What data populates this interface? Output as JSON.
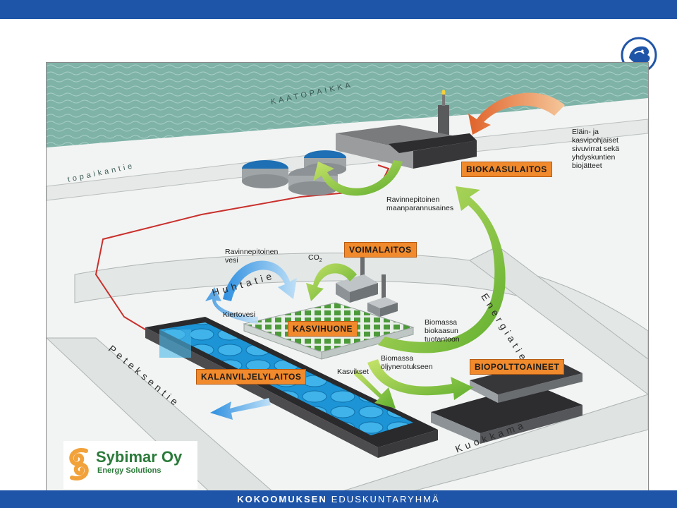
{
  "footer": {
    "strong": "KOKOOMUKSEN",
    "light": "EDUSKUNTARYHMÄ"
  },
  "colors": {
    "brand_blue": "#1f55a8",
    "label_orange": "#f08a2c",
    "arrow_green": "#8cc63f",
    "water_blue": "#2ea8e0",
    "sea": "#7fb3a8"
  },
  "labels": {
    "biokaasulaitos": "BIOKAASULAITOS",
    "voimalaitos": "VOIMALAITOS",
    "kasvihuone": "KASVIHUONE",
    "biopolttoaineet": "BIOPOLTTOAINEET",
    "kalanviljelylaitos": "KALANVILJELYLAITOS"
  },
  "annotations": {
    "sivuvirrat": "Eläin- ja\nkasvipohjaiset\nsivuvirrat sekä\nyhdyskuntien\nbiojätteet",
    "maanparannus": "Ravinnepitoinen\nmaanparannusaines",
    "vesi": "Ravinnepitoinen\nvesi",
    "co2": "CO",
    "co2_sub": "2",
    "kiertovesi": "Kiertovesi",
    "biokaasu": "Biomassa\nbiokaasun\ntuotantoon",
    "oljy": "Biomassa\nöljynerotukseen",
    "kasvikset": "Kasvikset"
  },
  "roads": {
    "kaatopaikka": "KAATOPAIKKA",
    "kaatopaikantie": "topaikantie",
    "huhtatie": "Huhtatie",
    "energiatie": "Energiatie",
    "petekse": "Peteksentie",
    "kuokkama": "Kuokkama"
  },
  "company": {
    "name": "Sybimar Oy",
    "subtitle": "Energy Solutions"
  },
  "icons": {
    "top_logo": "lion-emblem-icon",
    "company_logo": "sybimar-swirl-icon"
  }
}
